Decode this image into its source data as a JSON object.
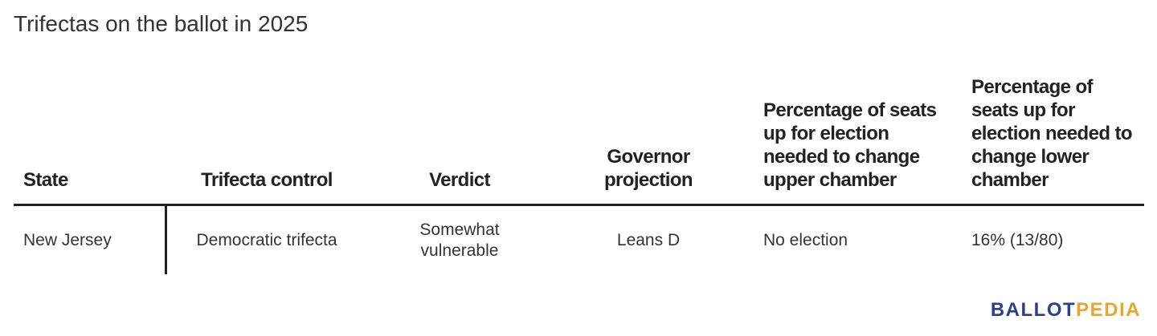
{
  "title": "Trifectas on the ballot in 2025",
  "table": {
    "headers": {
      "state": "State",
      "trifecta_control": "Trifecta control",
      "verdict": "Verdict",
      "governor_projection": "Governor projection",
      "upper_chamber": "Percentage of seats up for election needed to change upper chamber",
      "lower_chamber": "Percentage of seats up for election needed to change lower chamber"
    },
    "rows": [
      {
        "state": "New Jersey",
        "trifecta_control": "Democratic trifecta",
        "verdict": "Somewhat vulnerable",
        "governor_projection": "Leans D",
        "upper_chamber": "No election",
        "lower_chamber": "16% (13/80)"
      }
    ]
  },
  "logo": {
    "part1": "BALLOT",
    "part2": "PEDIA",
    "color_part1": "#2b3f8f",
    "color_part2": "#e8a530"
  }
}
